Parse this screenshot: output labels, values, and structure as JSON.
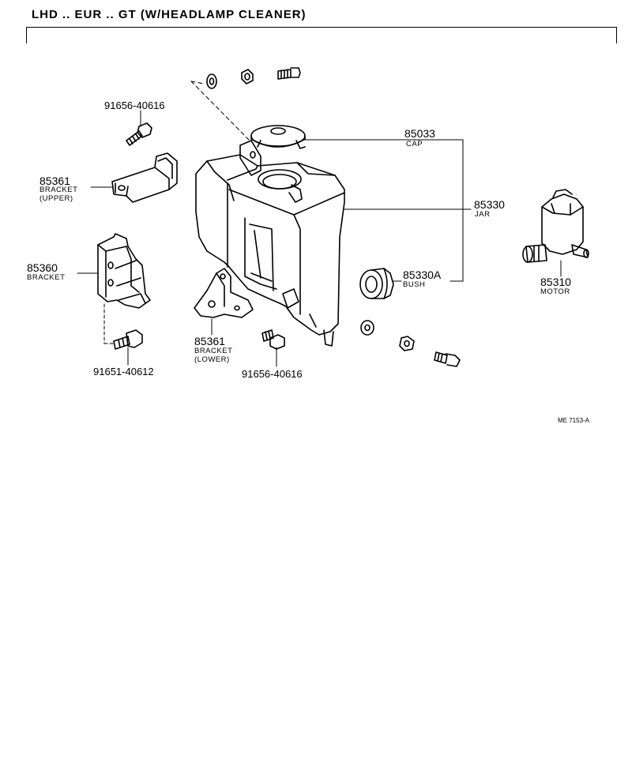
{
  "header": {
    "title": "LHD .. EUR .. GT (W/HEADLAMP CLEANER)"
  },
  "parts": {
    "cap": {
      "number": "85033",
      "name": "CAP"
    },
    "jar": {
      "number": "85330",
      "name": "JAR"
    },
    "bush": {
      "number": "85330A",
      "name": "BUSH"
    },
    "motor": {
      "number": "85310",
      "name": "MOTOR"
    },
    "bracket_upper": {
      "number": "85361",
      "name": "BRACKET",
      "qualifier": "(UPPER)"
    },
    "bracket": {
      "number": "85360",
      "name": "BRACKET"
    },
    "bracket_lower": {
      "number": "85361",
      "name": "BRACKET",
      "qualifier": "(LOWER)"
    },
    "bolt_upper": {
      "number": "91656-40616"
    },
    "bolt_left": {
      "number": "91651-40612"
    },
    "bolt_lower": {
      "number": "91656-40616"
    }
  },
  "footer": {
    "reference": "ME 7153-A"
  }
}
